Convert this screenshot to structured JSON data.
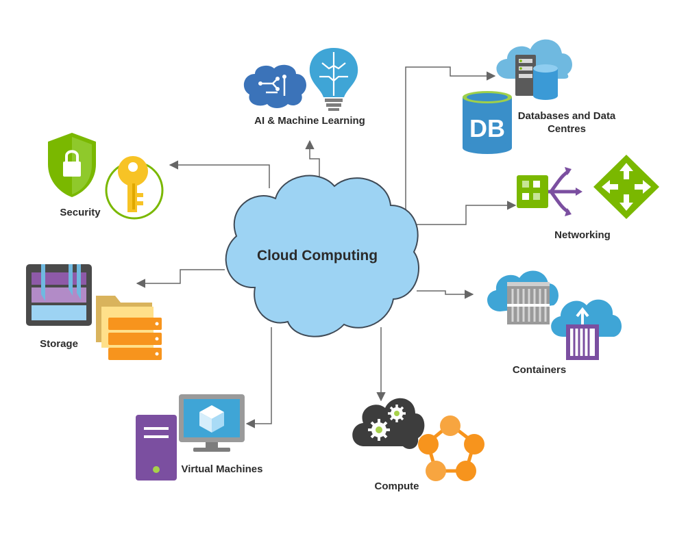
{
  "center": {
    "label": "Cloud Computing",
    "fill": "#9dd3f3",
    "stroke": "#3f4a56"
  },
  "nodes": {
    "ai": {
      "label": "AI & Machine Learning"
    },
    "databases": {
      "line1": "Databases and Data",
      "line2": "Centres",
      "db_text": "DB"
    },
    "security": {
      "label": "Security"
    },
    "networking": {
      "label": "Networking"
    },
    "storage": {
      "label": "Storage"
    },
    "containers": {
      "label": "Containers"
    },
    "virtual_machines": {
      "label": "Virtual Machines"
    },
    "compute": {
      "label": "Compute"
    }
  },
  "icons": {
    "ai": [
      "brain-circuit-icon",
      "lightbulb-brain-icon"
    ],
    "databases": [
      "cloud-server-icon",
      "database-icon"
    ],
    "security": [
      "shield-lock-icon",
      "key-icon"
    ],
    "networking": [
      "network-switch-icon",
      "router-arrows-icon"
    ],
    "storage": [
      "storage-disk-icon",
      "folder-icon",
      "storage-stack-icon"
    ],
    "containers": [
      "cloud-container-icon",
      "cloud-upload-container-icon"
    ],
    "virtual_machines": [
      "server-tower-icon",
      "monitor-vm-icon"
    ],
    "compute": [
      "cloud-gears-icon",
      "network-nodes-icon"
    ]
  },
  "colors": {
    "connector": "#666666",
    "cloud_blue": "#6fb9e0",
    "azure_blue": "#3b8fd1",
    "green": "#7ab800",
    "purple": "#7b4fa0",
    "orange": "#f7941d",
    "gold": "#f7c325",
    "dark_gray": "#4a4a4a"
  }
}
